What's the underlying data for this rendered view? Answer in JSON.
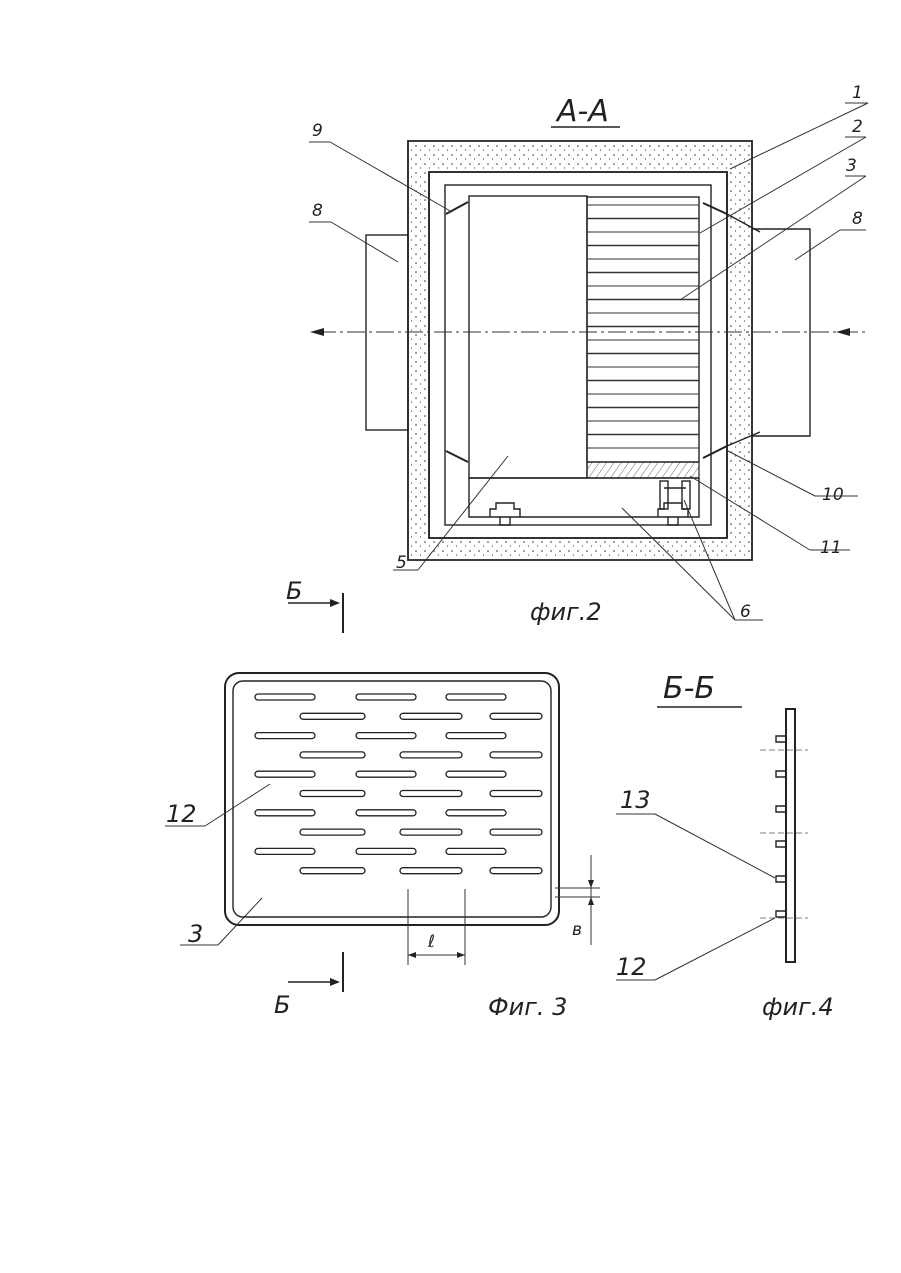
{
  "fig2": {
    "section_title": "А-А",
    "caption": "фиг.2",
    "section_marker": "Б",
    "labels": {
      "l1": "1",
      "l2": "2",
      "l3": "3",
      "l8_left": "8",
      "l8_right": "8",
      "l9": "9",
      "l10": "10",
      "l11": "11",
      "l5": "5",
      "l6": "6"
    }
  },
  "fig3": {
    "caption": "Фиг. 3",
    "section_marker": "Б",
    "labels": {
      "l12": "12",
      "l3": "3"
    },
    "dimensions": {
      "length": "ℓ",
      "width": "в"
    }
  },
  "fig4": {
    "section_title": "Б-Б",
    "caption": "фиг.4",
    "labels": {
      "l13": "13",
      "l12": "12"
    }
  }
}
